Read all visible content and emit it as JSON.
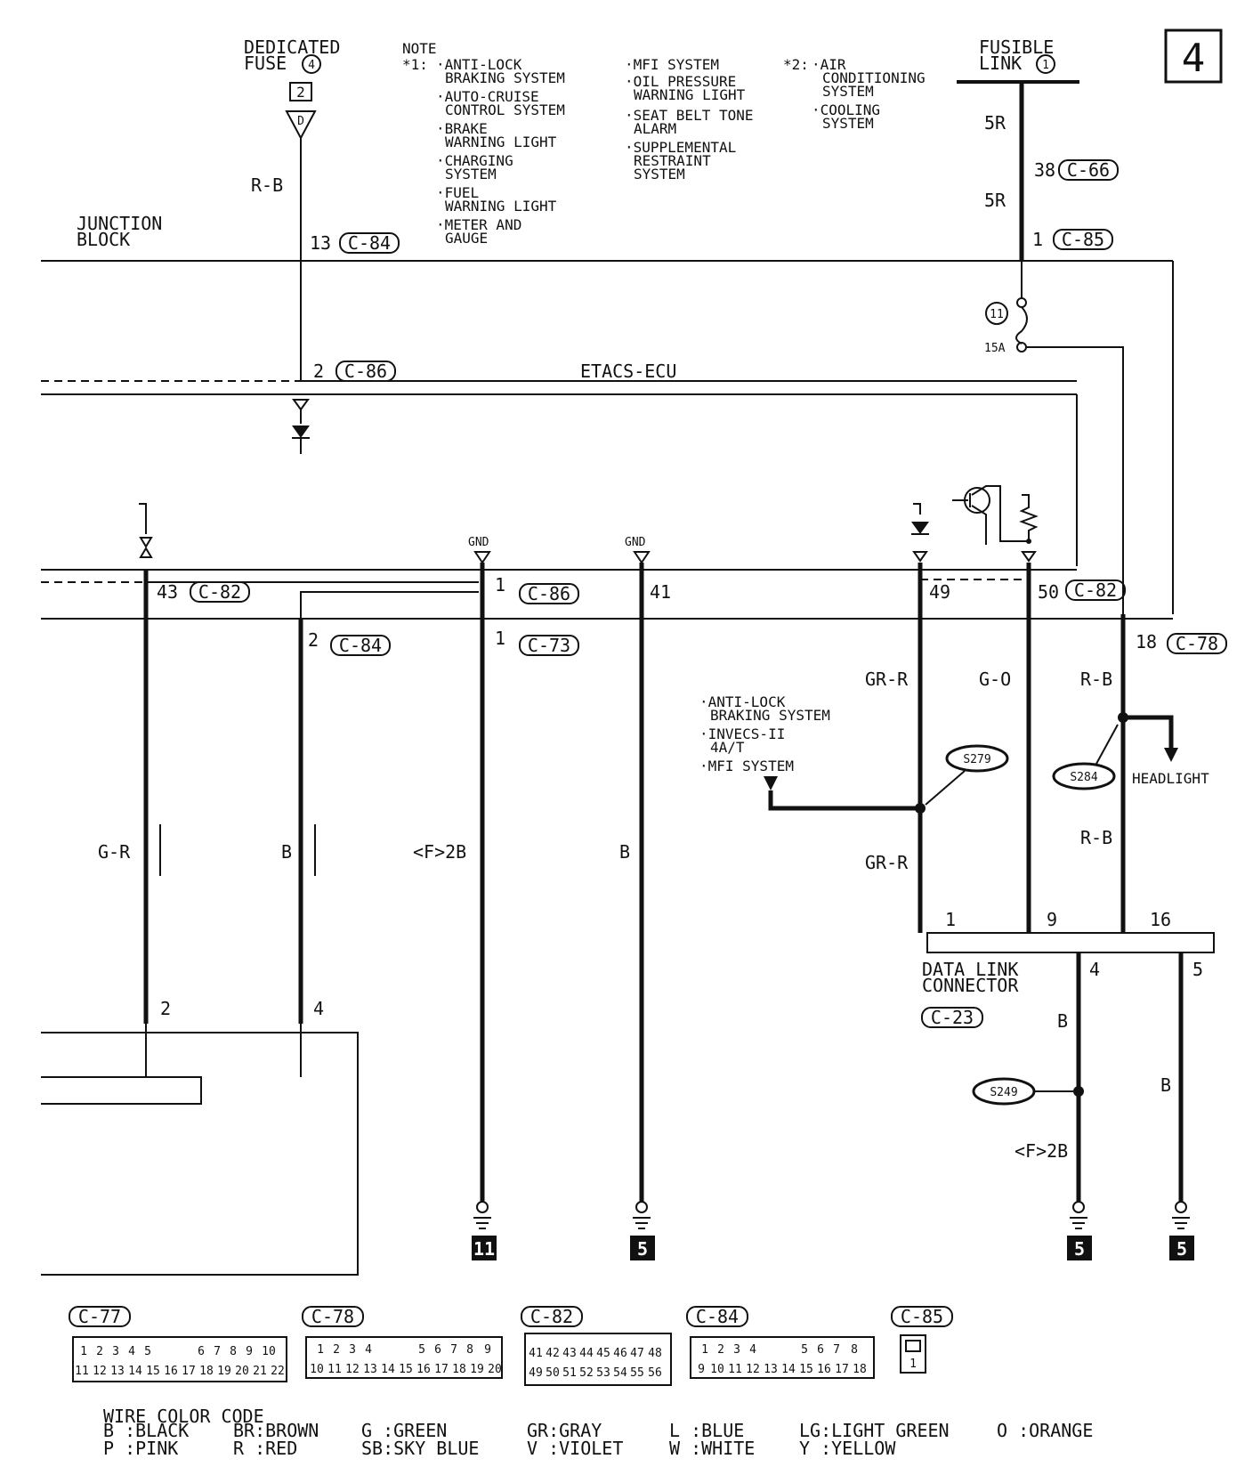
{
  "page_number": "4",
  "dedicated_fuse": {
    "title_line1": "DEDICATED",
    "title_line2": "FUSE",
    "number": "4",
    "box": "2",
    "pin_letter": "D"
  },
  "fusible_link": {
    "title_line1": "FUSIBLE",
    "title_line2": "LINK",
    "number": "1"
  },
  "note": {
    "heading": "NOTE",
    "star1": "*1:",
    "col1": [
      "·ANTI-LOCK",
      "BRAKING SYSTEM",
      "·AUTO-CRUISE",
      "CONTROL SYSTEM",
      "·BRAKE",
      "WARNING LIGHT",
      "·CHARGING",
      "SYSTEM",
      "·FUEL",
      "WARNING LIGHT",
      "·METER AND",
      "GAUGE"
    ],
    "col2": [
      "·MFI SYSTEM",
      "·OIL PRESSURE",
      "WARNING LIGHT",
      "·SEAT BELT TONE",
      "ALARM",
      "·SUPPLEMENTAL",
      "RESTRAINT",
      "SYSTEM"
    ],
    "star2": "*2:",
    "col3": [
      "·AIR",
      "CONDITIONING",
      "SYSTEM",
      "·COOLING",
      "SYSTEM"
    ]
  },
  "junction_block": {
    "line1": "JUNCTION",
    "line2": "BLOCK"
  },
  "etacs": "ETACS-ECU",
  "wires": {
    "rb_top": "R-B",
    "fr_5r_a": "5R",
    "fr_5r_b": "5R",
    "gr": "G-R",
    "b_left": "B",
    "f2b_mid": "<F>2B",
    "b_mid": "B",
    "grr_a": "GR-R",
    "go": "G-O",
    "rb_a": "R-B",
    "grr_b": "GR-R",
    "rb_b": "R-B",
    "b_dlc4": "B",
    "f2b_dlc": "<F>2B",
    "b_dlc5": "B"
  },
  "pins": {
    "p13": "13",
    "p38": "38",
    "p1_c85": "1",
    "p2_c86": "2",
    "p43": "43",
    "p1_c86": "1",
    "p41": "41",
    "p49": "49",
    "p50": "50",
    "p2_c84": "2",
    "p1_c73": "1",
    "p18": "18",
    "dlc1": "1",
    "dlc9": "9",
    "dlc16": "16",
    "dlc4": "4",
    "dlc5": "5",
    "bot2": "2",
    "bot4": "4"
  },
  "connectors": {
    "c84_top": "C-84",
    "c66": "C-66",
    "c85_top": "C-85",
    "c86_a": "C-86",
    "c82_a": "C-82",
    "c86_b": "C-86",
    "c82_b": "C-82",
    "c84_b": "C-84",
    "c73": "C-73",
    "c78": "C-78",
    "c23": "C-23"
  },
  "fuse11": {
    "number": "11",
    "rating": "15A"
  },
  "gnd_a": "GND",
  "gnd_b": "GND",
  "side_note": [
    "·ANTI-LOCK",
    "BRAKING SYSTEM",
    "·INVECS-II",
    "4A/T",
    "·MFI SYSTEM"
  ],
  "splices": {
    "s279": "S279",
    "s284": "S284",
    "s249": "S249"
  },
  "headlight": "HEADLIGHT",
  "dlc": {
    "line1": "DATA LINK",
    "line2": "CONNECTOR"
  },
  "ground_refs": [
    "11",
    "5",
    "5",
    "5"
  ],
  "legend_connectors": {
    "c77": {
      "label": "C-77",
      "row1": [
        "1",
        "2",
        "3",
        "4",
        "5",
        "",
        "6",
        "7",
        "8",
        "9",
        "10"
      ],
      "row2": [
        "11",
        "12",
        "13",
        "14",
        "15",
        "16",
        "17",
        "18",
        "19",
        "20",
        "21",
        "22"
      ]
    },
    "c78": {
      "label": "C-78",
      "row1": [
        "1",
        "2",
        "3",
        "4",
        "",
        "5",
        "6",
        "7",
        "8",
        "9"
      ],
      "row2": [
        "10",
        "11",
        "12",
        "13",
        "14",
        "15",
        "16",
        "17",
        "18",
        "19",
        "20"
      ]
    },
    "c82": {
      "label": "C-82",
      "row1": [
        "41",
        "42",
        "43",
        "44",
        "45",
        "46",
        "47",
        "48"
      ],
      "row2": [
        "49",
        "50",
        "51",
        "52",
        "53",
        "54",
        "55",
        "56"
      ]
    },
    "c84": {
      "label": "C-84",
      "row1": [
        "1",
        "2",
        "3",
        "4",
        "",
        "5",
        "6",
        "7",
        "8"
      ],
      "row2": [
        "9",
        "10",
        "11",
        "12",
        "13",
        "14",
        "15",
        "16",
        "17",
        "18"
      ]
    },
    "c85": {
      "label": "C-85",
      "pin": "1"
    }
  },
  "wire_color_code": {
    "title": "WIRE COLOR CODE",
    "row1": [
      "B :BLACK",
      "BR:BROWN",
      "G :GREEN",
      "GR:GRAY",
      "L :BLUE",
      "LG:LIGHT GREEN",
      "O :ORANGE"
    ],
    "row2": [
      "P :PINK",
      "R :RED",
      "SB:SKY BLUE",
      "V :VIOLET",
      "W :WHITE",
      "Y :YELLOW"
    ]
  }
}
